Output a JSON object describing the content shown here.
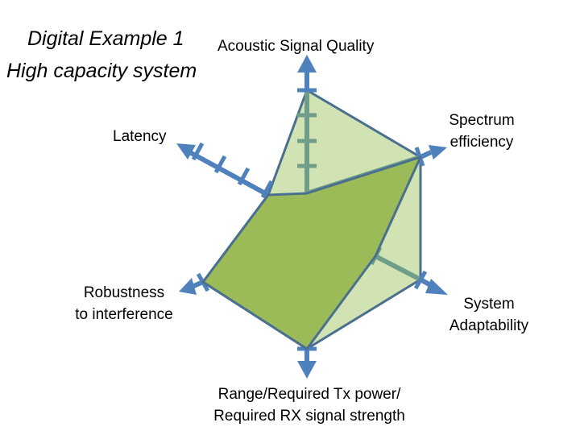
{
  "diagram": {
    "title_line1": "Digital Example 1",
    "title_line2": "High capacity system",
    "axes": {
      "acoustic": "Acoustic Signal Quality",
      "spectrum_line1": "Spectrum",
      "spectrum_line2": "efficiency",
      "latency": "Latency",
      "system_line1": "System",
      "system_line2": "Adaptability",
      "robustness_line1": "Robustness",
      "robustness_line2": "to interference",
      "range_line1": "Range/Required Tx power/",
      "range_line2": "Required RX signal strength"
    },
    "colors": {
      "axis": "#4f81bd",
      "axis_inner": "#6f9d8a",
      "outer_fill": "#d2e3b3",
      "inner_fill": "#9bbb59",
      "outline": "#4a6f8f"
    }
  }
}
